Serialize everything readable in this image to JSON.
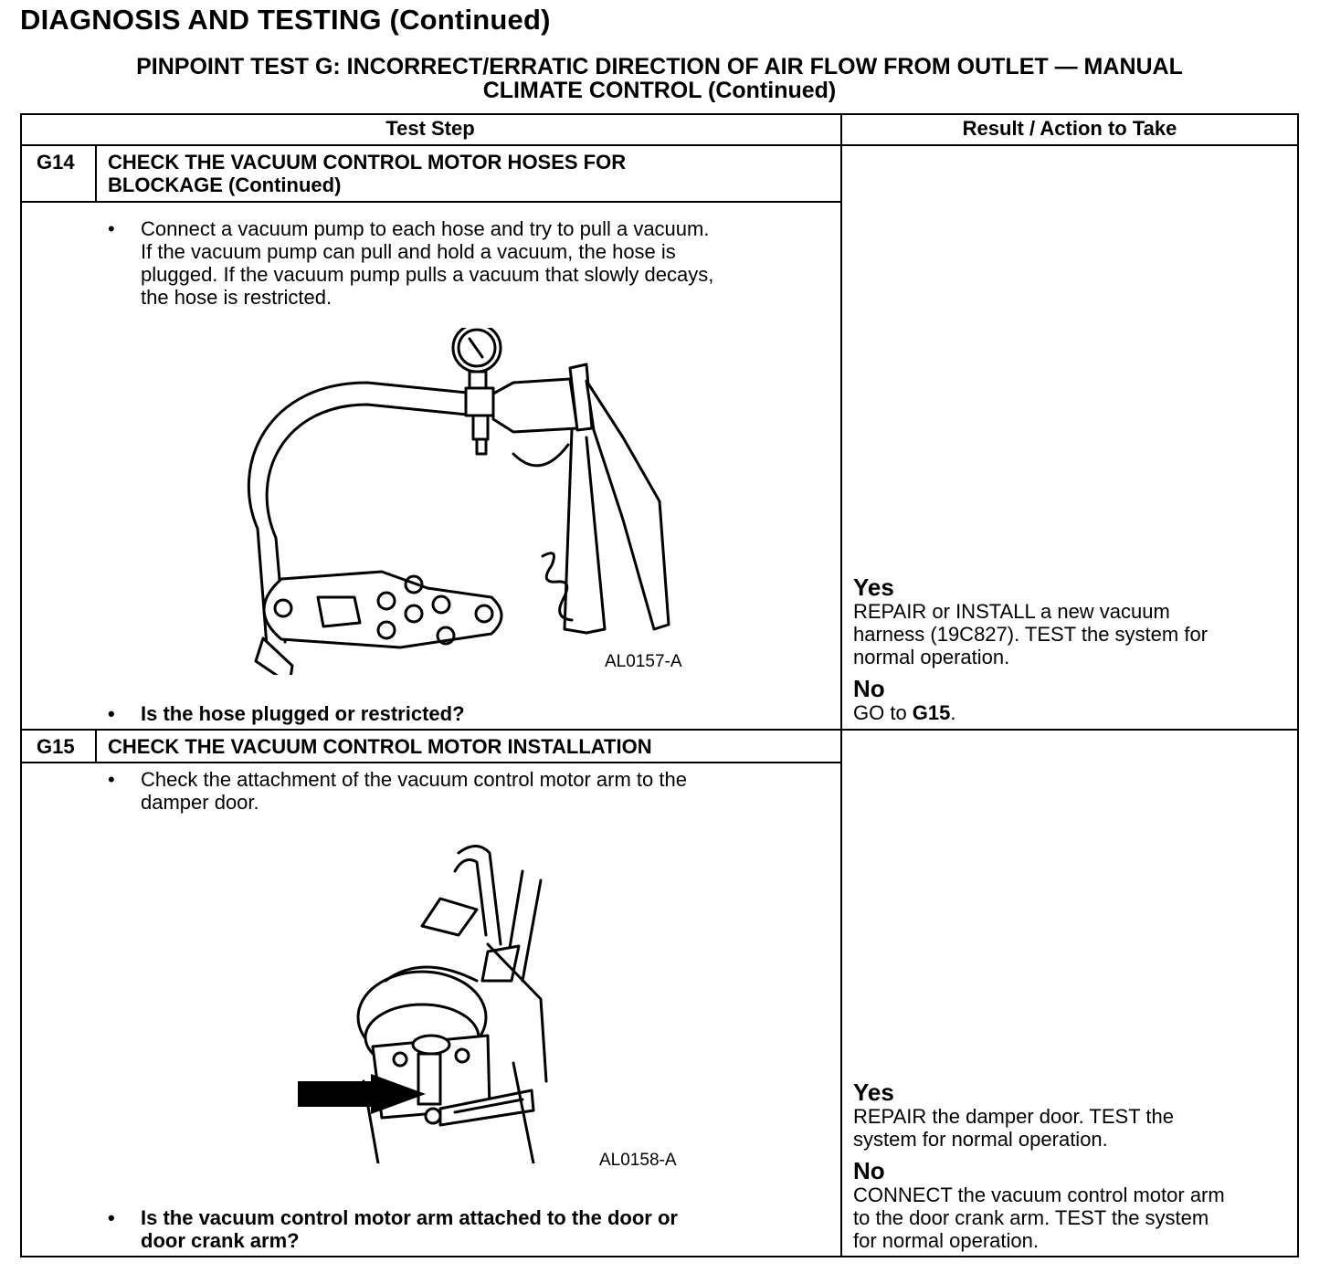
{
  "header": {
    "title": "DIAGNOSIS AND TESTING (Continued)",
    "subtitle_line1": "PINPOINT TEST G: INCORRECT/ERRATIC DIRECTION OF AIR FLOW FROM OUTLET — MANUAL",
    "subtitle_line2": "CLIMATE CONTROL (Continued)"
  },
  "table": {
    "col_test_step": "Test Step",
    "col_result": "Result / Action to Take",
    "steps": [
      {
        "id": "G14",
        "title_line1": "CHECK THE VACUUM CONTROL MOTOR HOSES FOR",
        "title_line2": "BLOCKAGE (Continued)",
        "bullet_text_lines": [
          "Connect a vacuum pump to each hose and try to pull a vacuum.",
          "If the vacuum pump can pull and hold a vacuum, the hose is",
          "plugged. If the vacuum pump pulls a vacuum that slowly decays,",
          "the hose is restricted."
        ],
        "figure_label": "AL0157-A",
        "question": "Is the hose plugged or restricted?",
        "yes_label": "Yes",
        "yes_lines": [
          "REPAIR or INSTALL a new vacuum",
          "harness (19C827). TEST the system for",
          "normal operation."
        ],
        "no_label": "No",
        "no_prefix": "GO to ",
        "no_target": "G15",
        "no_suffix": "."
      },
      {
        "id": "G15",
        "title_line1": "CHECK THE VACUUM CONTROL MOTOR INSTALLATION",
        "bullet_text_lines": [
          "Check the attachment of the vacuum control motor arm to the",
          "damper door."
        ],
        "figure_label": "AL0158-A",
        "question_lines": [
          "Is the vacuum control motor arm attached to the door or",
          "door crank arm?"
        ],
        "yes_label": "Yes",
        "yes_lines": [
          "REPAIR the damper door. TEST the",
          "system for normal operation."
        ],
        "no_label": "No",
        "no_lines": [
          "CONNECT the vacuum control motor arm",
          "to the door crank arm. TEST the system",
          "for normal operation."
        ]
      }
    ]
  },
  "bullet_char": "•"
}
